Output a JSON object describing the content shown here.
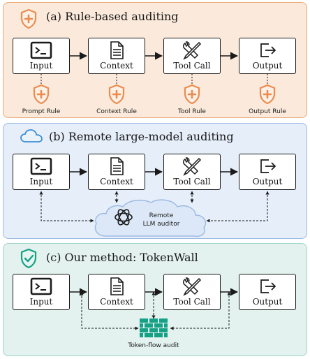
{
  "panels": {
    "a": {
      "title": "(a) Rule-based auditing",
      "rules": [
        "Prompt Rule",
        "Context Rule",
        "Tool Rule",
        "Output Rule"
      ]
    },
    "b": {
      "title": "(b) Remote large-model auditing",
      "auditor_line1": "Remote",
      "auditor_line2": "LLM auditor"
    },
    "c": {
      "title": "(c) Our method: TokenWall",
      "audit_label": "Token-flow audit"
    }
  },
  "stages": [
    "Input",
    "Context",
    "Tool Call",
    "Output"
  ],
  "colors": {
    "orange": "#ec8b50",
    "blue": "#9cbbe3",
    "green": "#16a085",
    "dark": "#1a1a1a"
  }
}
